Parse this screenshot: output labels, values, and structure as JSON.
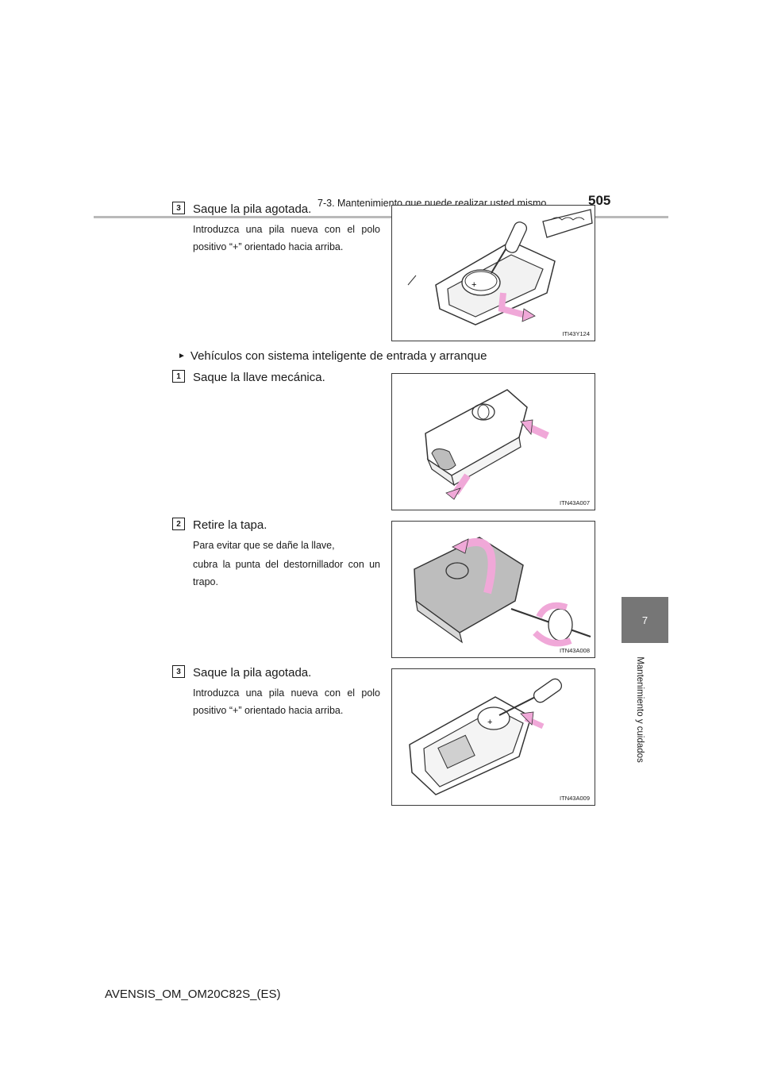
{
  "header": {
    "section": "7-3. Mantenimiento que puede realizar usted mismo",
    "page_number": "505"
  },
  "side_tab": {
    "chapter": "7",
    "label": "Mantenimiento y cuidados"
  },
  "steps": [
    {
      "number": "3",
      "title": "Saque la pila agotada.",
      "body": "Introduzca una pila nueva con el polo positivo “+” orientado hacia arriba.",
      "figure_code": "ITI43Y124"
    },
    {
      "number": "1",
      "title": "Saque la llave mecánica.",
      "figure_code": "ITN43A007"
    },
    {
      "number": "2",
      "title": "Retire la tapa.",
      "body1": "Para evitar que se dañe la llave,",
      "body2": "cubra la punta del destornillador con un trapo.",
      "figure_code": "ITN43A008"
    },
    {
      "number": "3",
      "title": "Saque la pila agotada.",
      "body": "Introduzca una pila nueva con el polo positivo “+” orientado hacia arriba.",
      "figure_code": "ITN43A009"
    }
  ],
  "subheading": {
    "marker": "►",
    "text": "Vehículos con sistema inteligente de entrada y arranque"
  },
  "footer": "AVENSIS_OM_OM20C82S_(ES)",
  "colors": {
    "arrow_pink": "#f0a8d8",
    "tab_gray": "#767676",
    "rule_gray": "#b9b9b9"
  }
}
